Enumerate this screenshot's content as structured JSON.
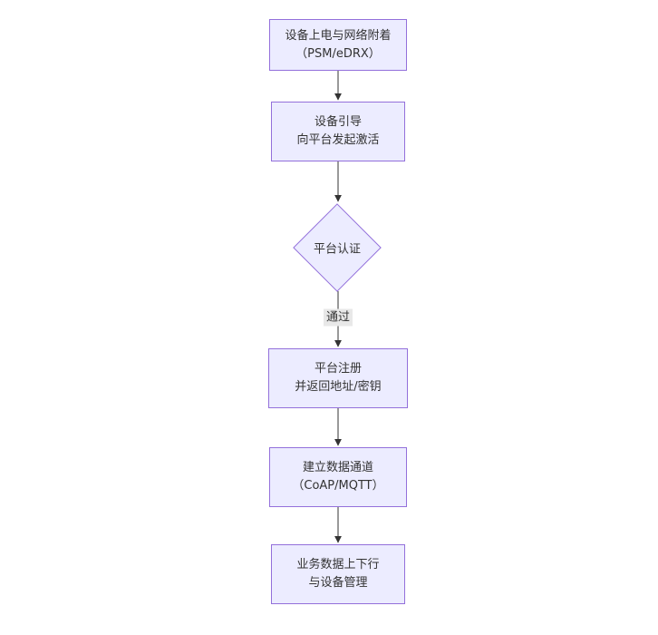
{
  "diagram": {
    "type": "flowchart",
    "direction": "top-down",
    "colors": {
      "background": "#ffffff",
      "node_fill": "#ECECFF",
      "node_border": "#9370DB",
      "text": "#333333",
      "edge": "#333333",
      "edge_label_bg": "#e8e8e8"
    },
    "nodes": [
      {
        "id": "power-network-attach",
        "shape": "rect",
        "lines": [
          "设备上电与网络附着",
          "（PSM/eDRX）"
        ]
      },
      {
        "id": "device-bootstrap",
        "shape": "rect",
        "lines": [
          "设备引导",
          "向平台发起激活"
        ]
      },
      {
        "id": "platform-auth",
        "shape": "diamond",
        "lines": [
          "平台认证"
        ]
      },
      {
        "id": "platform-register",
        "shape": "rect",
        "lines": [
          "平台注册",
          "并返回地址/密钥"
        ]
      },
      {
        "id": "data-channel",
        "shape": "rect",
        "lines": [
          "建立数据通道",
          "（CoAP/MQTT）"
        ]
      },
      {
        "id": "business-data",
        "shape": "rect",
        "lines": [
          "业务数据上下行",
          "与设备管理"
        ]
      }
    ],
    "edges": [
      {
        "from": "power-network-attach",
        "to": "device-bootstrap",
        "label": ""
      },
      {
        "from": "device-bootstrap",
        "to": "platform-auth",
        "label": ""
      },
      {
        "from": "platform-auth",
        "to": "platform-register",
        "label": "通过"
      },
      {
        "from": "platform-register",
        "to": "data-channel",
        "label": ""
      },
      {
        "from": "data-channel",
        "to": "business-data",
        "label": ""
      }
    ]
  }
}
